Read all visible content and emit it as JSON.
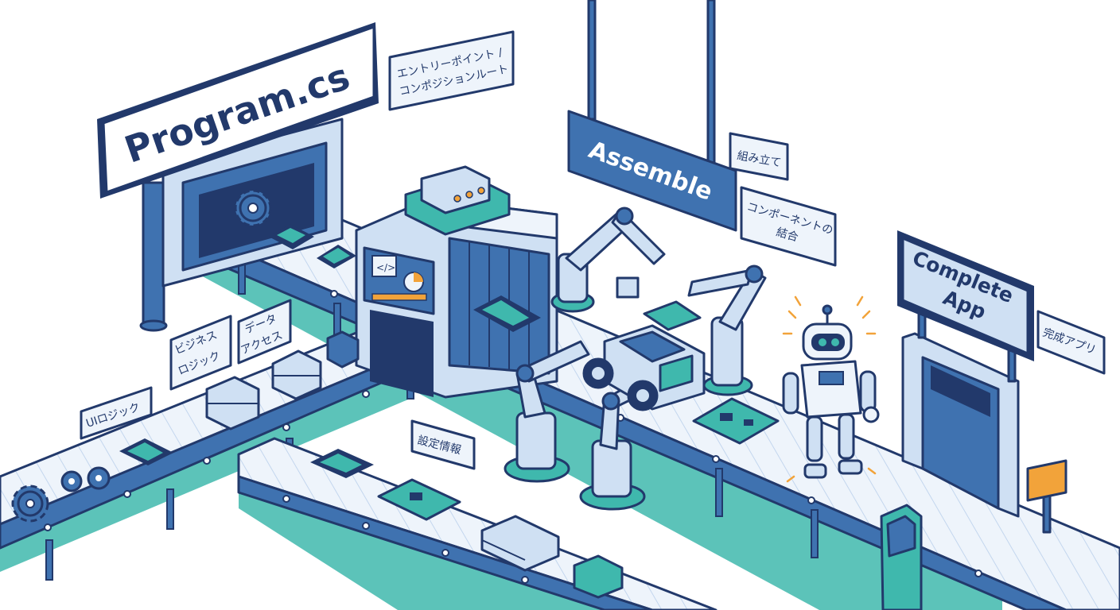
{
  "signs": {
    "program": "Program.cs",
    "assemble": "Assemble",
    "complete_line1": "Complete",
    "complete_line2": "App"
  },
  "callouts": {
    "entry_line1": "エントリーポイント /",
    "entry_line2": "コンポジションルート",
    "kumitate": "組み立て",
    "component_line1": "コンポーネントの",
    "component_line2": "結合",
    "kansei": "完成アプリ",
    "business_line1": "ビジネス",
    "business_line2": "ロジック",
    "data_line1": "データ",
    "data_line2": "アクセス",
    "ui": "UIロジック",
    "config": "設定情報"
  },
  "colors": {
    "navy": "#22396b",
    "blue": "#3f72b0",
    "light_blue": "#cfe0f3",
    "teal": "#3fb8ad",
    "pale": "#eef4fb",
    "orange": "#f2a33a"
  },
  "icons": [
    "gear-icon",
    "chip-icon",
    "circuit-board-icon",
    "server-block-icon",
    "robot-arm-icon",
    "robot-icon",
    "code-icon",
    "pie-chart-icon",
    "kiosk-icon"
  ]
}
